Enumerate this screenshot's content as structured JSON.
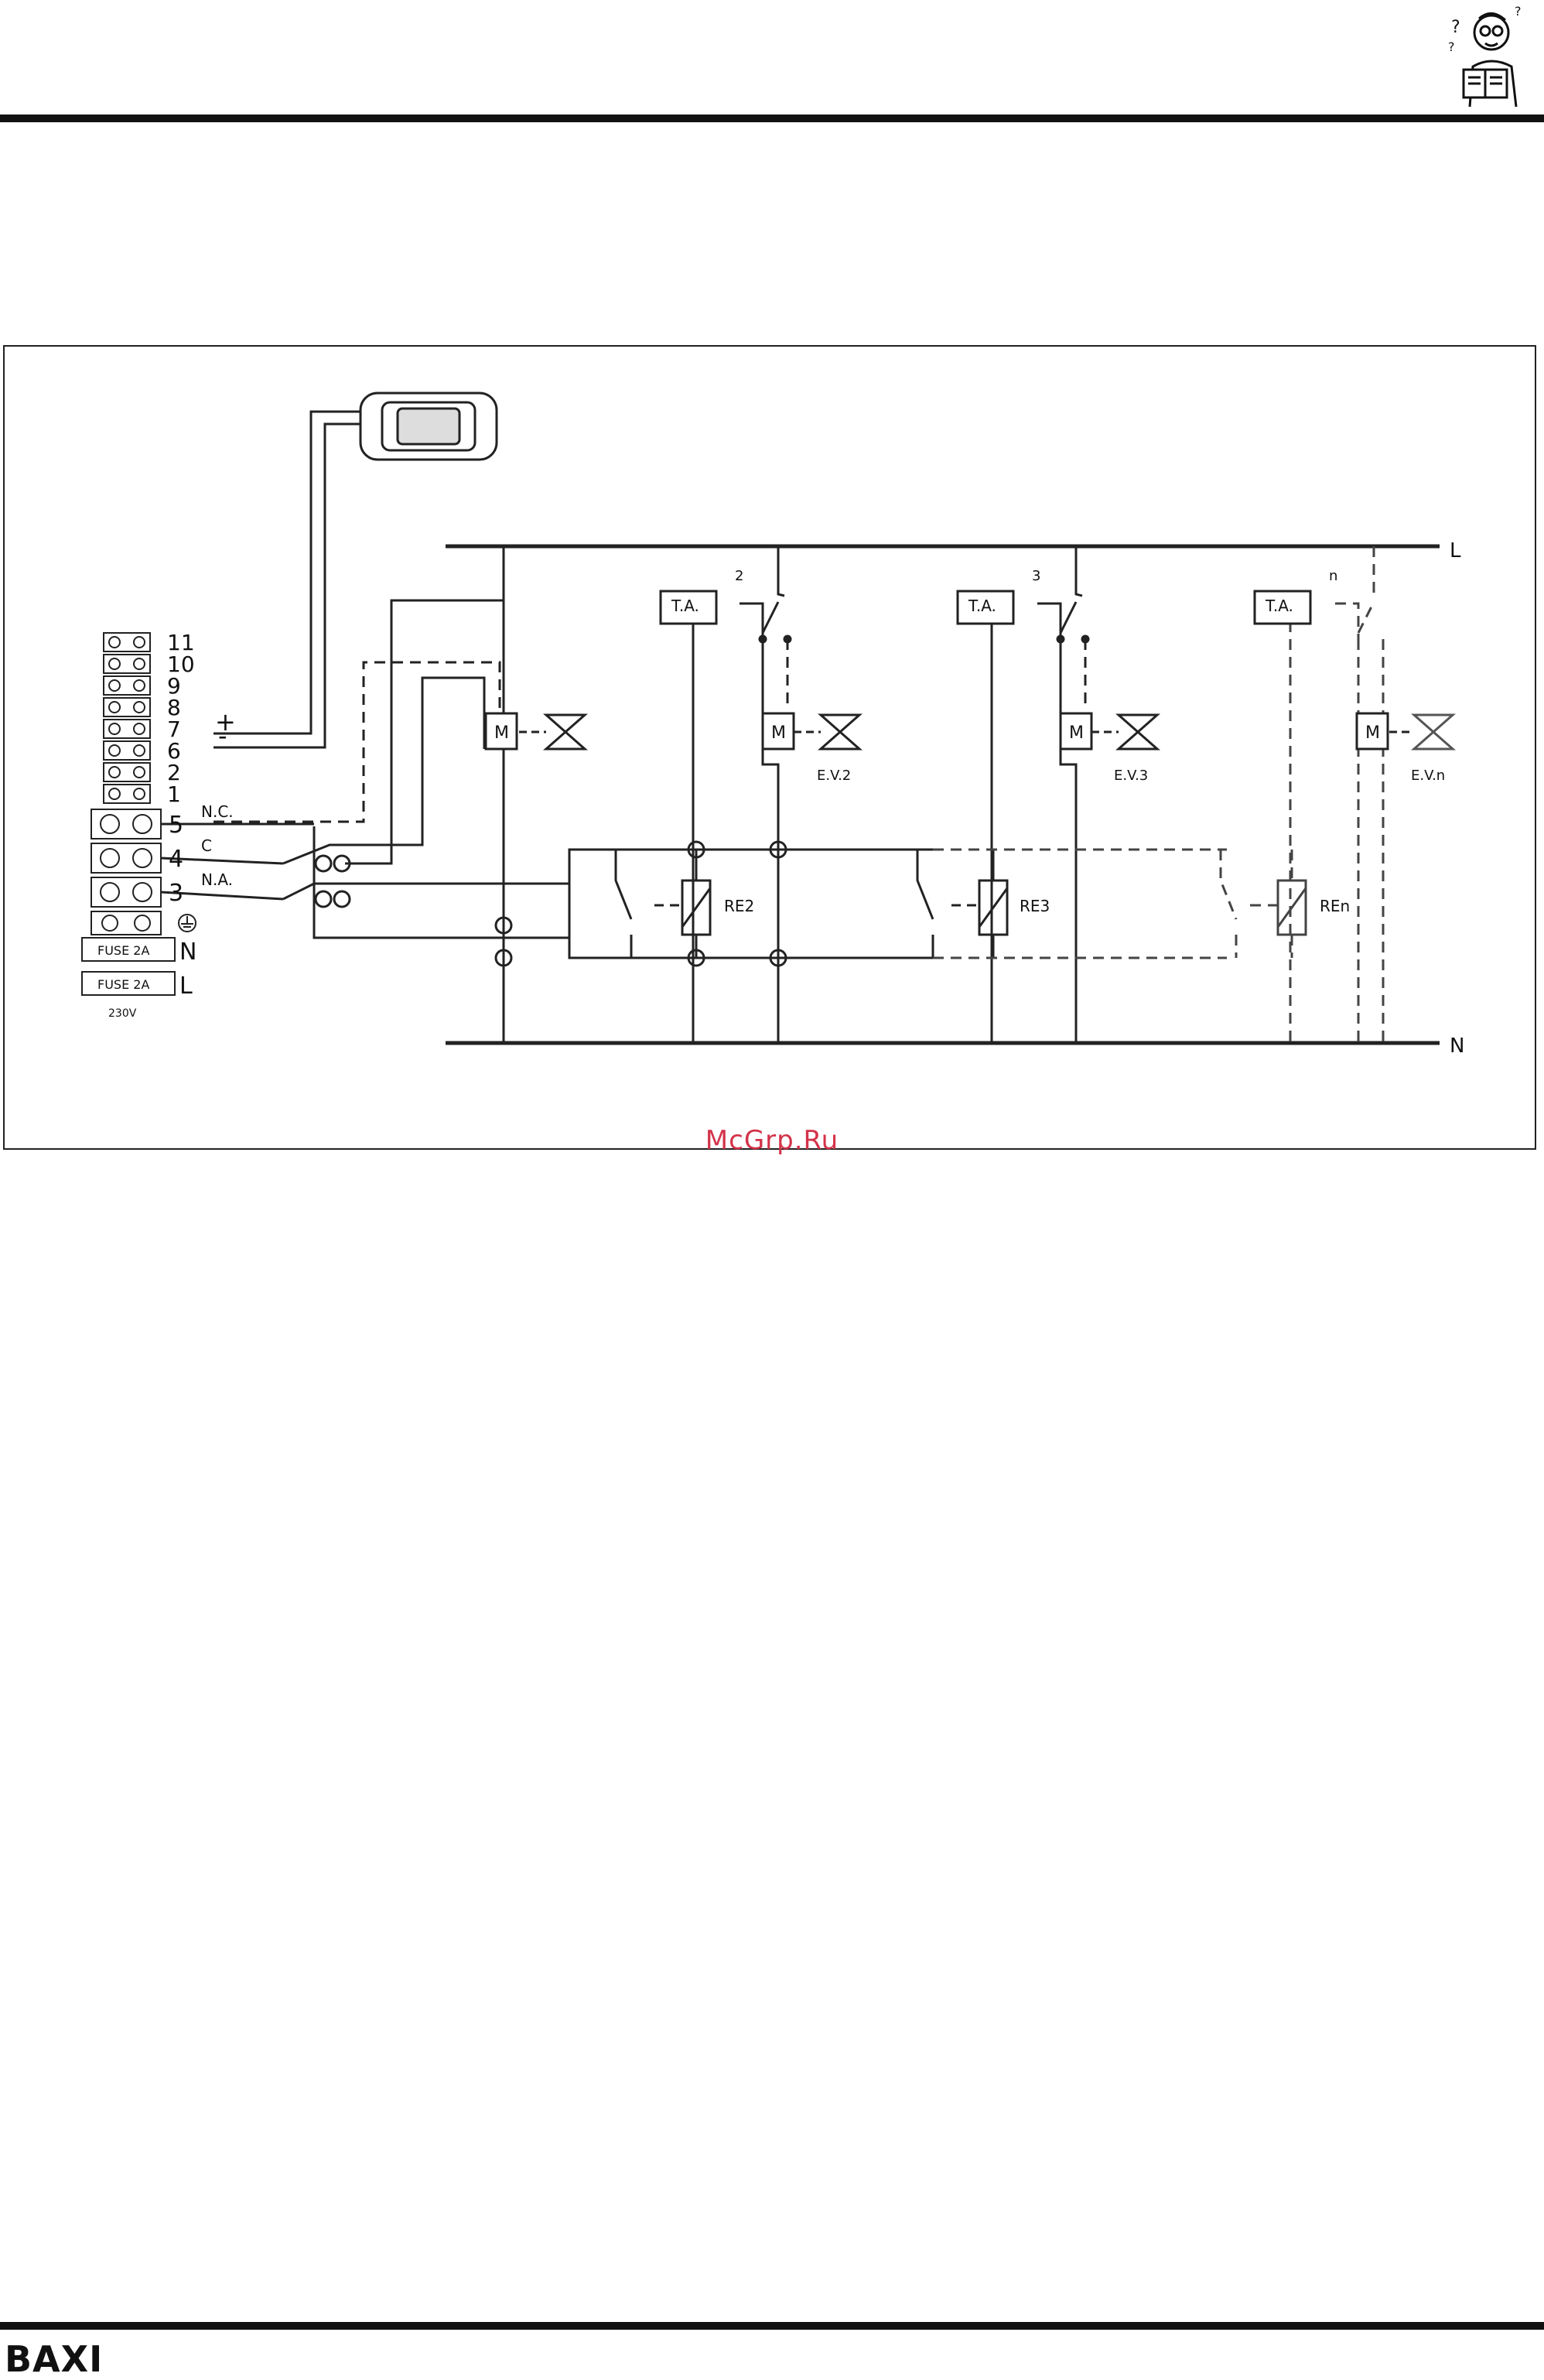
{
  "header": {
    "mascot_icon": "reading-man-icon"
  },
  "diagram": {
    "bus_top_label": "L",
    "bus_bottom_label": "N",
    "terminals_upper": [
      "11",
      "10",
      "9",
      "8",
      "7",
      "6",
      "2",
      "1"
    ],
    "terminals_lower": [
      "5",
      "4",
      "3"
    ],
    "polarity_plus": "+",
    "polarity_minus": "-",
    "contact_nc": "N.C.",
    "contact_c": "C",
    "contact_na": "N.A.",
    "earth_icon": "earth-ground-icon",
    "neutral_label": "N",
    "line_label": "L",
    "fuse_label": "FUSE   2A",
    "voltage_label": "230V",
    "pump_label": "M",
    "zones": [
      {
        "thermostat": "T.A.",
        "number": "2",
        "motor": "M",
        "valve": "E.V.2",
        "relay": "RE2"
      },
      {
        "thermostat": "T.A.",
        "number": "3",
        "motor": "M",
        "valve": "E.V.3",
        "relay": "RE3"
      },
      {
        "thermostat": "T.A.",
        "number": "n",
        "motor": "M",
        "valve": "E.V.n",
        "relay": "REn"
      }
    ]
  },
  "watermark": "McGrp.Ru",
  "footer": {
    "brand": "BAXI"
  }
}
